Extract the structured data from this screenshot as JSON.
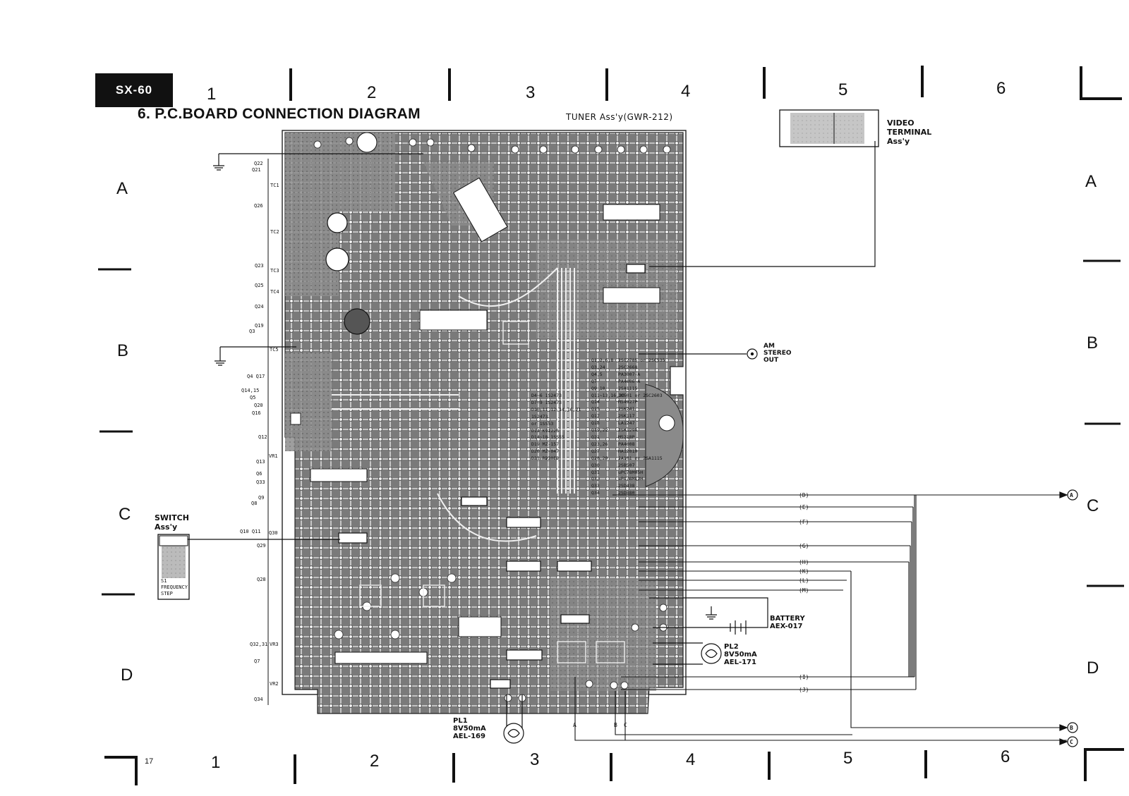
{
  "model": "SX-60",
  "title": "6. P.C.BOARD CONNECTION DIAGRAM",
  "tuner_label": "TUNER Ass'y(GWR-212)",
  "video_terminal": [
    "VIDEO",
    "TERMINAL",
    "Ass'y"
  ],
  "switch_assy": [
    "SWITCH",
    "Ass'y"
  ],
  "switch_sub": [
    "S1",
    "FREQUENCY",
    "STEP"
  ],
  "am_stereo_out": [
    "AM",
    "STEREO",
    "OUT"
  ],
  "battery": [
    "BATTERY",
    "AEX-017"
  ],
  "pl2": [
    "PL2",
    "8V50mA",
    "AEL-171"
  ],
  "pl1": [
    "PL1",
    "8V50mA",
    "AEL-169"
  ],
  "page_number": "17",
  "column_numbers": [
    "1",
    "2",
    "3",
    "4",
    "5",
    "6"
  ],
  "row_letters": [
    "A",
    "B",
    "C",
    "D"
  ],
  "connector_lines": [
    "D",
    "E",
    "F",
    "G",
    "H",
    "K",
    "L",
    "M",
    "I",
    "J"
  ],
  "edge_connectors": [
    "A",
    "B",
    "C"
  ],
  "bottom_pins": [
    "A",
    "B",
    "C"
  ],
  "left_labels": [
    "Q22",
    "Q21",
    "TC1",
    "Q26",
    "TC2",
    "Q23",
    "TC3",
    "Q25",
    "TC4",
    "Q24",
    "Q19",
    "Q3",
    "TC5",
    "Q4 Q17",
    "Q14,15",
    "Q5",
    "Q20",
    "Q16",
    "Q12",
    "VR1",
    "Q13",
    "Q6",
    "Q33",
    "Q9",
    "Q8",
    "Q10 Q11",
    "Q30",
    "Q29",
    "Q28",
    "Q32,31",
    "VR3",
    "Q7",
    "VR2",
    "Q34"
  ],
  "parts_list": [
    [
      "Q1,2,6,8",
      "2SC2785 or 2SC535"
    ],
    [
      "Q3,24",
      "2SC2668"
    ],
    [
      "Q4,5",
      "PA3007-A"
    ],
    [
      "Q7",
      "PA4006-A"
    ],
    [
      "Q9,10",
      "2SA1115"
    ],
    [
      "Q11~13,16,20",
      "JC501 or 2SC2603"
    ],
    [
      "Q14",
      "M54927P"
    ],
    [
      "Q15",
      "2SK241"
    ],
    [
      "Q17",
      "2SK117"
    ],
    [
      "Q18",
      "LA1247"
    ],
    [
      "Q19,22",
      "2SK129A"
    ],
    [
      "Q21",
      "M5218P"
    ],
    [
      "Q23,26",
      "PA4008"
    ],
    [
      "Q27",
      "HA12010"
    ],
    [
      "Q28,29",
      "JA101 or 2SA1115"
    ],
    [
      "Q30",
      "2SB507"
    ],
    [
      "Q31",
      "uPC78M05H"
    ],
    [
      "Q32",
      "uPC78M12H"
    ],
    [
      "Q33",
      "2SD438"
    ],
    [
      "Q34",
      "2SD880"
    ]
  ],
  "diode_list": [
    "D4~6  1S2473",
    "D7~9  1S2473",
    "D10,11,12,14,16,21",
    "   1S2473",
    "   or 1SS53",
    "D13  KV1226",
    "D14~18  1SS55",
    "D19  MZ-157",
    "D20  MZ-047",
    "D21  RD20EB"
  ]
}
